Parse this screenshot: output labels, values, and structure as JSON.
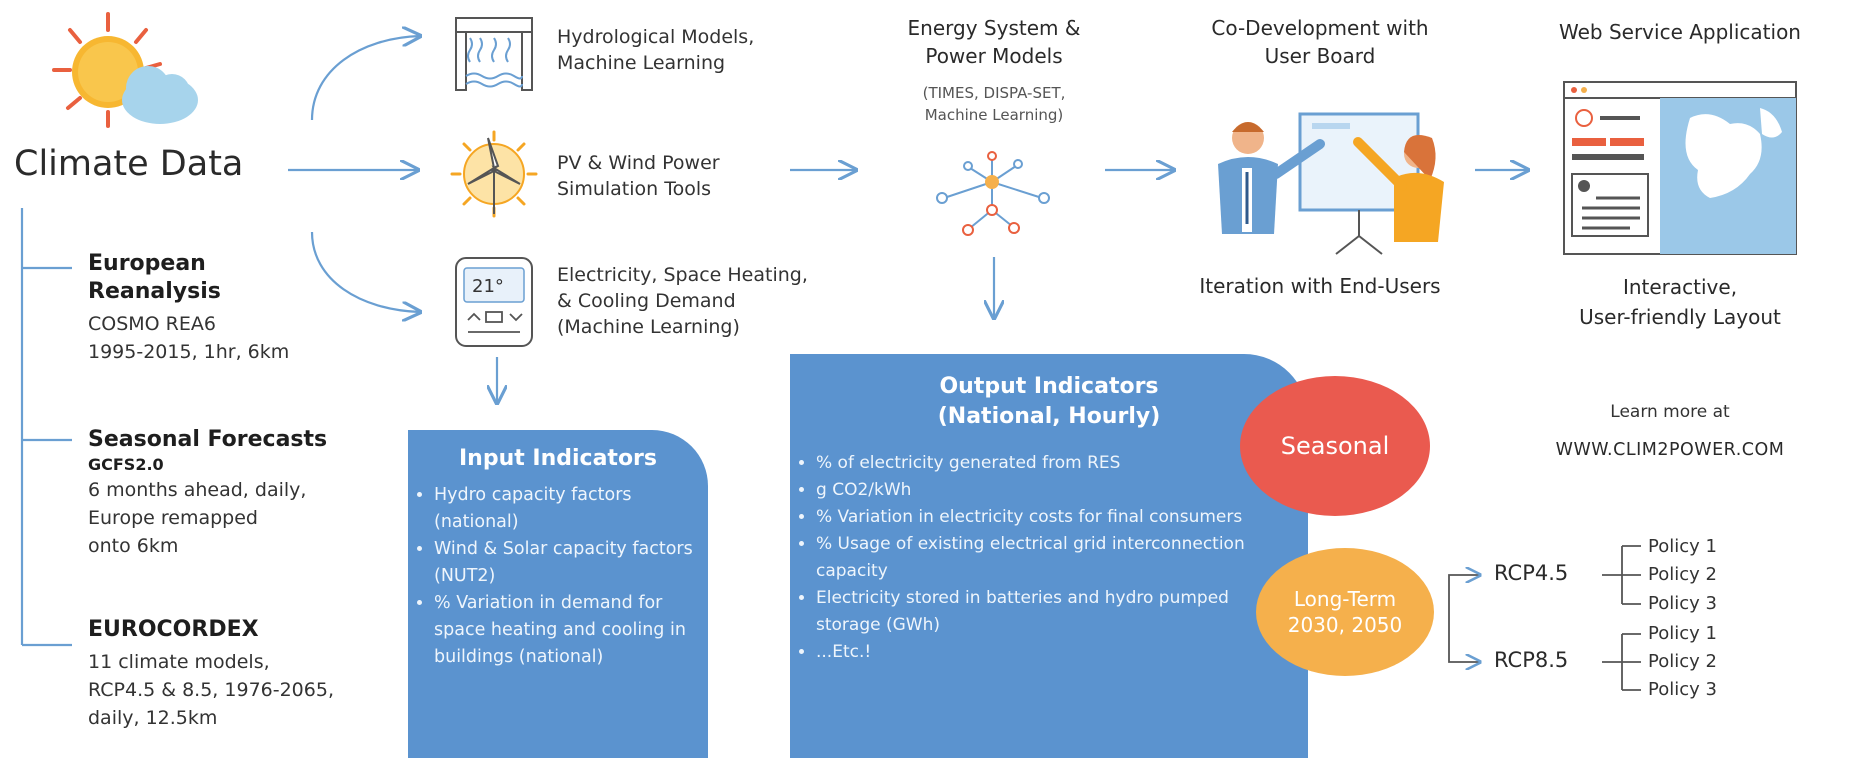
{
  "climate": {
    "title": "Climate Data",
    "sources": [
      {
        "heading": "European Reanalysis",
        "sub": "",
        "details": "COSMO REA6\n1995-2015, 1hr, 6km"
      },
      {
        "heading": "Seasonal Forecasts",
        "sub": "GCFS2.0",
        "details": "6 months ahead, daily,\nEurope remapped\nonto 6km"
      },
      {
        "heading": "EUROCORDEX",
        "sub": "",
        "details": "11 climate models,\nRCP4.5 & 8.5, 1976-2065,\ndaily, 12.5km"
      }
    ]
  },
  "models": [
    {
      "label": "Hydrological Models,\nMachine Learning",
      "icon": "dam-icon"
    },
    {
      "label": "PV & Wind Power\nSimulation Tools",
      "icon": "sun-wind-turbine-icon"
    },
    {
      "label": "Electricity, Space Heating,\n& Cooling Demand\n(Machine Learning)",
      "icon": "thermostat-icon"
    }
  ],
  "thermostat_display": "21°",
  "input_indicators": {
    "title": "Input Indicators",
    "items": [
      "Hydro capacity factors (national)",
      "Wind & Solar capacity factors (NUT2)",
      "% Variation in demand for space heating and cooling in buildings (national)"
    ]
  },
  "energy": {
    "title": "Energy System &\nPower Models",
    "subtitle": "(TIMES, DISPA-SET,\nMachine Learning)",
    "icon": "network-icon"
  },
  "output_indicators": {
    "title": "Output Indicators\n(National, Hourly)",
    "items": [
      "% of electricity generated from RES",
      "g CO2/kWh",
      "% Variation in electricity costs for final consumers",
      "% Usage of existing electrical grid interconnection capacity",
      "Electricity stored in batteries and hydro pumped storage (GWh)",
      "...Etc.!"
    ]
  },
  "codev": {
    "title": "Co-Development with\nUser Board",
    "caption": "Iteration with End-Users",
    "icon": "presentation-icon"
  },
  "web": {
    "title": "Web Service Application",
    "caption": "Interactive,\nUser-friendly Layout",
    "icon": "web-app-map-icon",
    "learn_more": "Learn more at",
    "url": "WWW.CLIM2POWER.COM"
  },
  "seasonal": {
    "label": "Seasonal",
    "color": "#ea5a4f"
  },
  "longterm": {
    "label": "Long-Term\n2030, 2050",
    "color": "#f5b04c"
  },
  "scenarios": [
    {
      "name": "RCP4.5",
      "policies": [
        "Policy 1",
        "Policy 2",
        "Policy 3"
      ]
    },
    {
      "name": "RCP8.5",
      "policies": [
        "Policy 1",
        "Policy 2",
        "Policy 3"
      ]
    }
  ],
  "colors": {
    "panel": "#5b93cf",
    "arrow": "#6a9fd2"
  }
}
